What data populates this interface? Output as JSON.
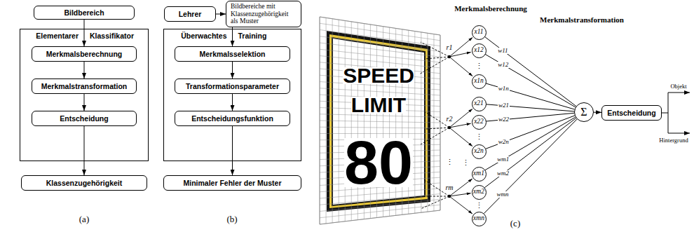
{
  "diagram": {
    "nodes": [
      {
        "text": [
          "Bildbereich"
        ]
      },
      {
        "text": [
          "Elementarer",
          "Klassifikator"
        ]
      },
      {
        "text": [
          "Merkmalsberechnung"
        ],
        "in": 1
      },
      {
        "text": [
          "Merkmalstransformation"
        ],
        "in": 1
      },
      {
        "text": [
          "Entscheidung"
        ],
        "in": 1
      },
      {
        "text": [
          "Klassenzugehörigkeit"
        ]
      },
      {
        "text": [
          "Lehrer"
        ]
      },
      {
        "text": [
          "Bildbereiche mit Klassenzugehörigkeit als Muster"
        ]
      },
      {
        "text": [
          "Überwachtes",
          "Training"
        ]
      },
      {
        "text": [
          "Merkmalsselektion"
        ],
        "in": 8
      },
      {
        "text": [
          "Transformationsparameter"
        ],
        "in": 8
      },
      {
        "text": [
          "Entscheidungsfunktion"
        ],
        "in": 8
      },
      {
        "text": [
          "Minimaler Fehler der Muster"
        ]
      },
      {
        "text": [
          "x11"
        ]
      },
      {
        "text": [
          "x12"
        ]
      },
      {
        "text": [
          "x1n"
        ]
      },
      {
        "text": [
          "x21"
        ]
      },
      {
        "text": [
          "x22"
        ]
      },
      {
        "text": [
          "x2n"
        ]
      },
      {
        "text": [
          "xm1"
        ]
      },
      {
        "text": [
          "xm2"
        ]
      },
      {
        "text": [
          "xmn"
        ]
      },
      {
        "text": [
          "Σ"
        ]
      },
      {
        "text": [
          "Entscheidung"
        ]
      }
    ],
    "edges": [
      {
        "from": 0,
        "to": 2,
        "arrow": "to"
      },
      {
        "from": 2,
        "to": 3,
        "arrow": "to"
      },
      {
        "from": 3,
        "to": 4,
        "arrow": "to"
      },
      {
        "from": 4,
        "to": 5,
        "arrow": "to"
      },
      {
        "from": 6,
        "to": 7,
        "arrow": "to"
      },
      {
        "from": 7,
        "to": 9,
        "arrow": "to"
      },
      {
        "from": 9,
        "to": 10,
        "arrow": "to"
      },
      {
        "from": 10,
        "to": 11,
        "arrow": "to"
      },
      {
        "from": 11,
        "to": 12,
        "arrow": "to"
      },
      {
        "from": 13,
        "to": 22,
        "label": "w11",
        "arrow": "none"
      },
      {
        "from": 14,
        "to": 22,
        "label": "w12",
        "arrow": "none"
      },
      {
        "from": 15,
        "to": 22,
        "label": "w1n",
        "arrow": "none"
      },
      {
        "from": 16,
        "to": 22,
        "label": "w21",
        "arrow": "none"
      },
      {
        "from": 17,
        "to": 22,
        "label": "w22",
        "arrow": "none"
      },
      {
        "from": 18,
        "to": 22,
        "label": "w2n",
        "arrow": "none"
      },
      {
        "from": 19,
        "to": 22,
        "label": "wm1",
        "arrow": "none"
      },
      {
        "from": 20,
        "to": 22,
        "label": "wm2",
        "arrow": "none"
      },
      {
        "from": 21,
        "to": 22,
        "label": "wmn",
        "arrow": "none"
      },
      {
        "from": 22,
        "to": 23,
        "arrow": "to"
      }
    ],
    "labels": [
      "(a)",
      "(b)",
      "Merkmalsberechnung",
      "Merkmalstransformation",
      "SPEED",
      "LIMIT",
      "80",
      "r1",
      "r2",
      "rm",
      "⋮",
      "⋮",
      "⋮",
      "⋮",
      "⋮",
      "Objekt",
      "Hintergrund",
      "(c)"
    ]
  }
}
